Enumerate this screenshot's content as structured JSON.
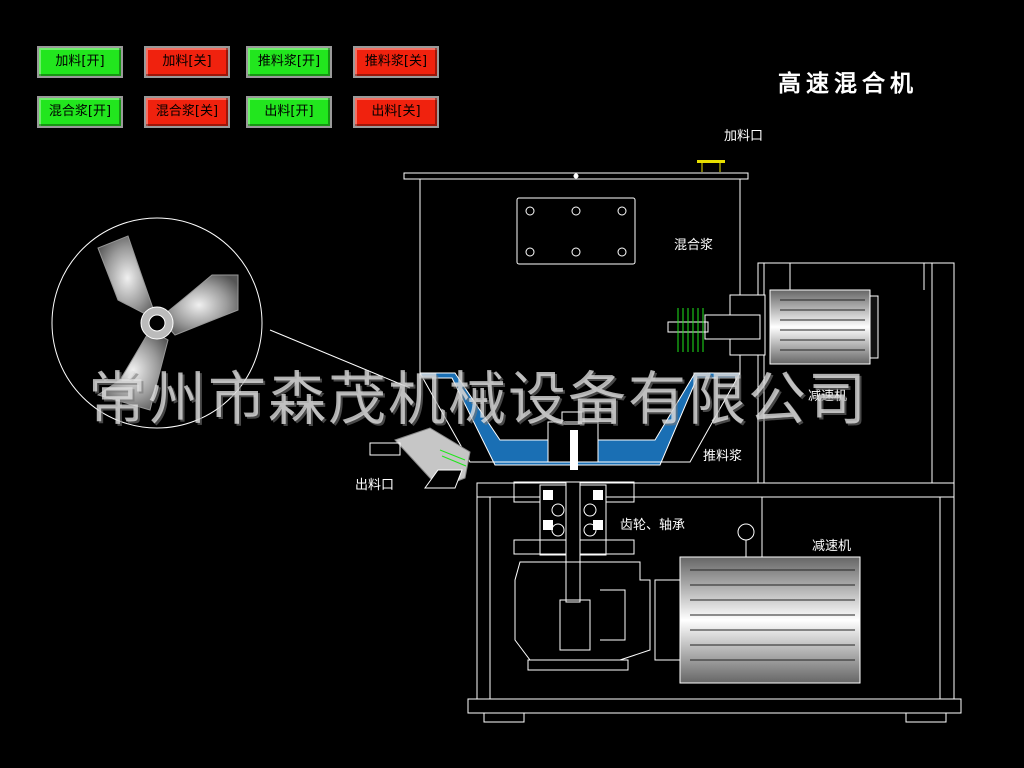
{
  "title": "高速混合机",
  "buttons": [
    {
      "label": "加料[开]",
      "state": "on"
    },
    {
      "label": "加料[关]",
      "state": "off"
    },
    {
      "label": "推料浆[开]",
      "state": "on"
    },
    {
      "label": "推料浆[关]",
      "state": "off"
    },
    {
      "label": "混合浆[开]",
      "state": "on"
    },
    {
      "label": "混合浆[关]",
      "state": "off"
    },
    {
      "label": "出料[开]",
      "state": "on"
    },
    {
      "label": "出料[关]",
      "state": "off"
    }
  ],
  "labels": {
    "feed_port": "加料口",
    "mixing_paddle": "混合浆",
    "reducer_upper": "减速机",
    "push_paddle": "推料浆",
    "discharge_port": "出料口",
    "gear_bearing": "齿轮、轴承",
    "reducer_lower": "减速机"
  },
  "watermark": "常州市森茂机械设备有限公司",
  "colors": {
    "on": "#22e61e",
    "off": "#f0220e",
    "bowl": "#1a6fb4",
    "line": "#ffffff"
  }
}
